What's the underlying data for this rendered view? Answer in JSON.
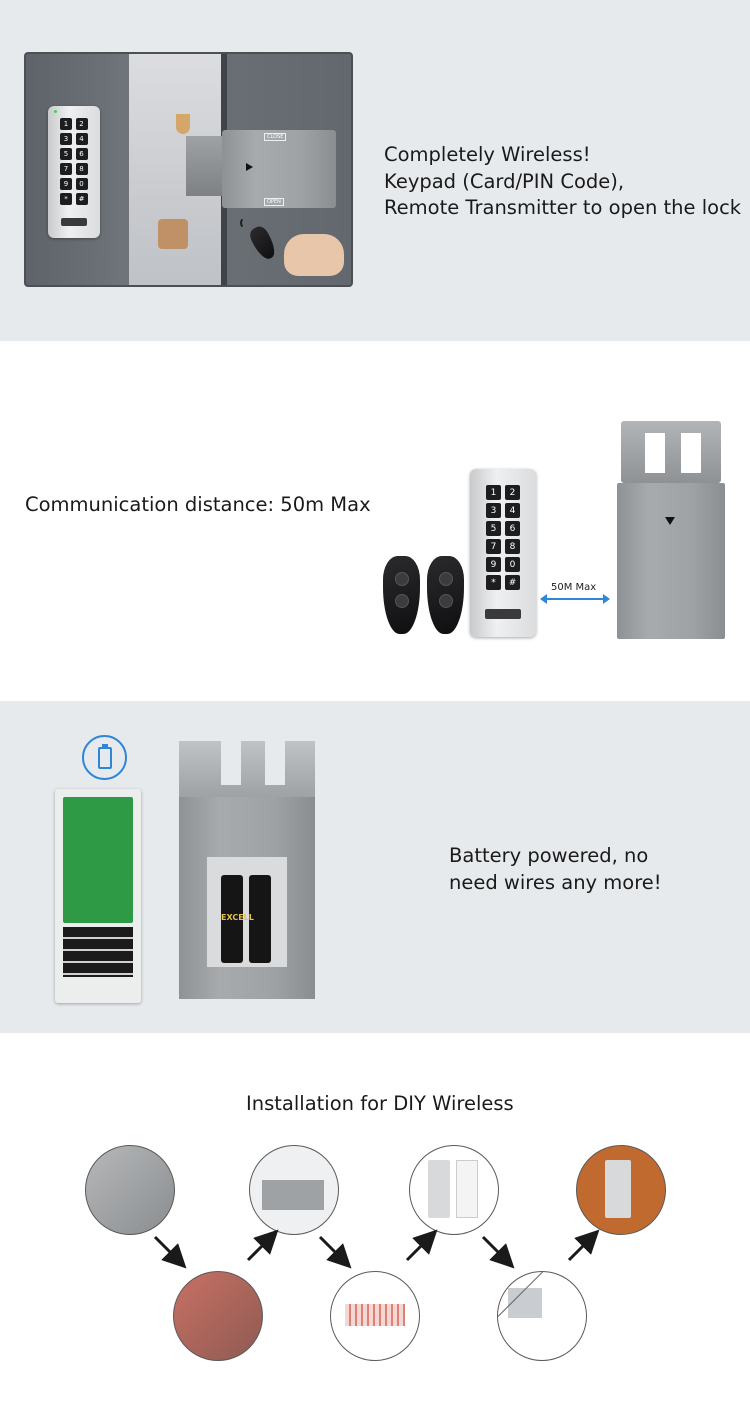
{
  "section1": {
    "lines": [
      "Completely Wireless!",
      "Keypad (Card/PIN Code),",
      "Remote Transmitter to open the lock"
    ],
    "lock_labels": [
      "CLOSE",
      "OPEN"
    ]
  },
  "section2": {
    "caption": "Communication distance: 50m Max",
    "distance_label": "50M Max"
  },
  "section3": {
    "lines": [
      "Battery powered, no",
      "need wires any more!"
    ],
    "battery_brand": "EXCELL"
  },
  "section4": {
    "title": "Installation for DIY Wireless"
  },
  "keypad_keys": [
    "1",
    "2",
    "3",
    "4",
    "5",
    "6",
    "7",
    "8",
    "9",
    "0",
    "*",
    "#"
  ],
  "colors": {
    "panel": "#e7eaed",
    "text": "#1a1a1a",
    "arrow": "#2f86d8",
    "lock": "#9ea2a4",
    "pcb": "#2f9a45"
  },
  "icons": [
    "battery-icon",
    "remote-signal-icon",
    "arrow-icon"
  ]
}
